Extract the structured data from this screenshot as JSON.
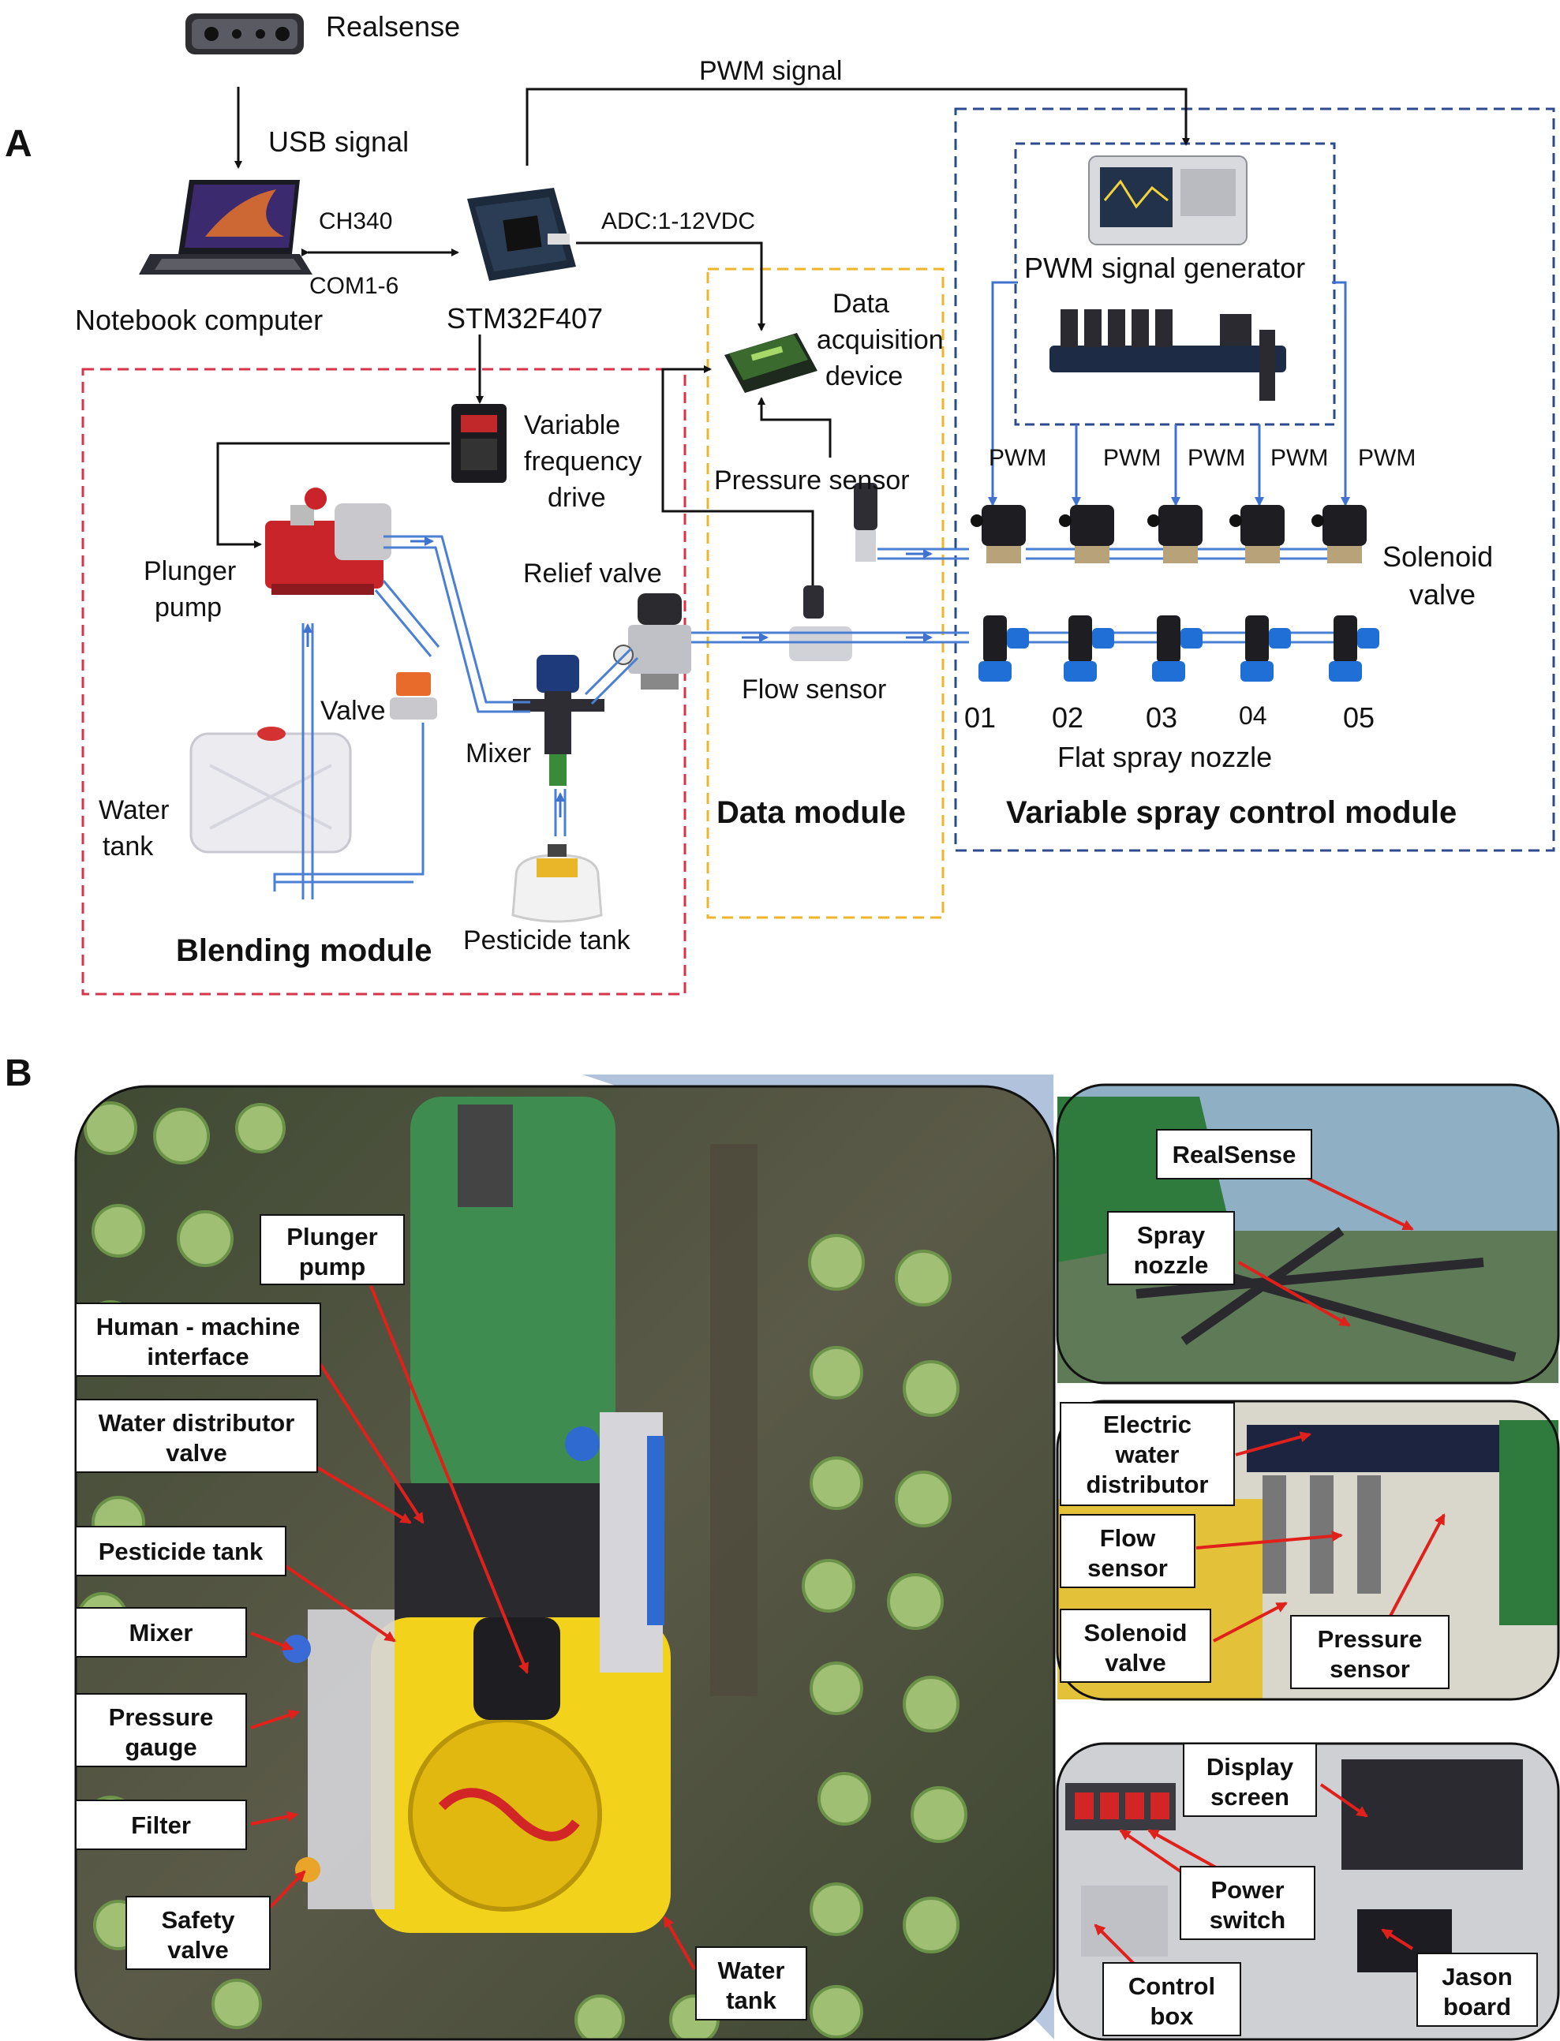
{
  "panel_a": {
    "letter": "A",
    "devices": {
      "realsense": "Realsense",
      "notebook": "Notebook computer",
      "stm32": "STM32F407",
      "vfd_line1": "Variable",
      "vfd_line2": "frequency",
      "vfd_line3": "drive",
      "plunger_line1": "Plunger",
      "plunger_line2": "pump",
      "valve": "Valve",
      "water_tank_line1": "Water",
      "water_tank_line2": "tank",
      "mixer": "Mixer",
      "pesticide_tank": "Pesticide tank",
      "relief_valve": "Relief valve",
      "daq_line1": "Data",
      "daq_line2": "acquisition",
      "daq_line3": "device",
      "pressure_sensor": "Pressure sensor",
      "flow_sensor": "Flow sensor",
      "pwm_generator": "PWM signal generator",
      "solenoid_line1": "Solenoid",
      "solenoid_line2": "valve",
      "flat_nozzle": "Flat spray nozzle"
    },
    "signals": {
      "usb": "USB signal",
      "ch340": "CH340",
      "com": "COM1-6",
      "adc": "ADC:1-12VDC",
      "pwm_signal": "PWM signal",
      "pwm": "PWM"
    },
    "nozzles": [
      "01",
      "02",
      "03",
      "04",
      "05"
    ],
    "modules": {
      "blending": "Blending module",
      "data": "Data  module",
      "variable": "Variable spray control module"
    },
    "colors": {
      "blending_border": "#d9334a",
      "data_border": "#f0b429",
      "variable_border": "#2b4a8f",
      "flow_line": "#4a7fd4",
      "signal_line": "#111111"
    }
  },
  "panel_b": {
    "letter": "B",
    "main_callouts": {
      "plunger_l1": "Plunger",
      "plunger_l2": "pump",
      "hmi_l1": "Human - machine",
      "hmi_l2": "interface",
      "wdv_l1": "Water distributor",
      "wdv_l2": "valve",
      "pesticide": "Pesticide tank",
      "mixer": "Mixer",
      "gauge_l1": "Pressure",
      "gauge_l2": "gauge",
      "filter": "Filter",
      "safety_l1": "Safety",
      "safety_l2": "valve",
      "water_l1": "Water",
      "water_l2": "tank"
    },
    "inset1": {
      "realsense": "RealSense",
      "nozzle_l1": "Spray",
      "nozzle_l2": "nozzle"
    },
    "inset2": {
      "ewd_l1": "Electric",
      "ewd_l2": "water",
      "ewd_l3": "distributor",
      "flow_l1": "Flow",
      "flow_l2": "sensor",
      "solenoid_l1": "Solenoid",
      "solenoid_l2": "valve",
      "pressure_l1": "Pressure",
      "pressure_l2": "sensor"
    },
    "inset3": {
      "display_l1": "Display",
      "display_l2": "screen",
      "power_l1": "Power",
      "power_l2": "switch",
      "control_l1": "Control",
      "control_l2": "box",
      "jason_l1": "Jason",
      "jason_l2": "board"
    },
    "colors": {
      "tractor": "#3e8c4f",
      "tank": "#f2d21a",
      "field": "#4d5a3c",
      "arrow": "#e0201b"
    }
  }
}
